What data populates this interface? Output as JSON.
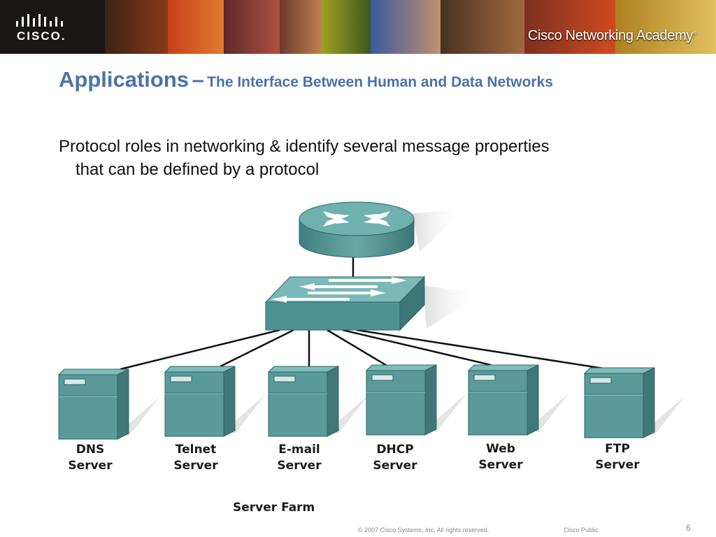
{
  "header": {
    "logo_text": "CISCO.",
    "academy_prefix": "Cisco",
    "academy_name": "Networking Academy",
    "academy_mark": "®"
  },
  "title": {
    "main": "Applications",
    "dash": "–",
    "subtitle": "The Interface Between Human and Data Networks"
  },
  "body": {
    "line1": "Protocol roles in networking & identify several message properties",
    "line2": "that can be defined by a protocol"
  },
  "diagram": {
    "servers": [
      {
        "line1": "DNS",
        "line2": "Server"
      },
      {
        "line1": "Telnet",
        "line2": "Server"
      },
      {
        "line1": "E-mail",
        "line2": "Server"
      },
      {
        "line1": "DHCP",
        "line2": "Server"
      },
      {
        "line1": "Web",
        "line2": "Server"
      },
      {
        "line1": "FTP",
        "line2": "Server"
      }
    ],
    "farm_label": "Server Farm",
    "router_icon": "router-icon",
    "switch_icon": "switch-icon",
    "server_icon": "server-icon",
    "device_color": "#5f9ea0"
  },
  "footer": {
    "copyright": "© 2007 Cisco Systems, Inc. All rights reserved.",
    "classification": "Cisco Public",
    "page_number": "6"
  }
}
